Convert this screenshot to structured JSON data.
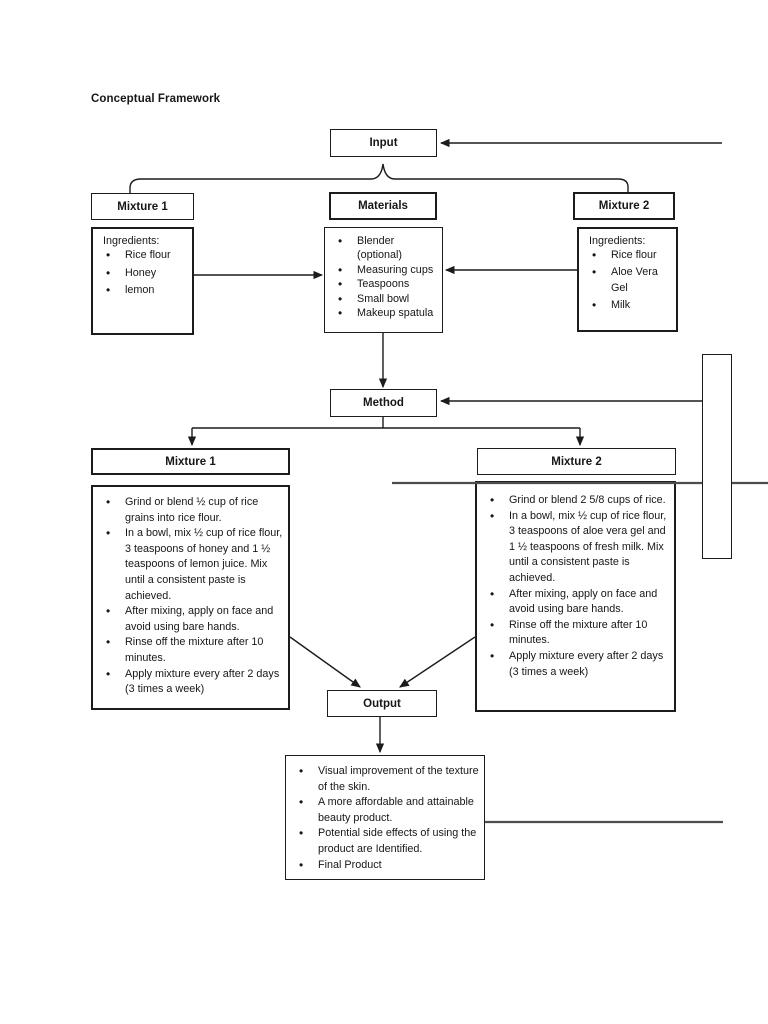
{
  "page": {
    "title": "Conceptual Framework"
  },
  "colors": {
    "line": "#1c1c1c",
    "divider": "#4d4d4d",
    "background": "#ffffff"
  },
  "nodes": {
    "input": {
      "label": "Input"
    },
    "mixture1_header": {
      "label": "Mixture 1"
    },
    "materials_header": {
      "label": "Materials"
    },
    "mixture2_header": {
      "label": "Mixture 2"
    },
    "mixture1_ingredients": {
      "title": "Ingredients:",
      "items": [
        "Rice flour",
        "Honey",
        "lemon"
      ]
    },
    "materials": {
      "items": [
        "Blender (optional)",
        "Measuring cups",
        "Teaspoons",
        "Small bowl",
        "Makeup spatula"
      ]
    },
    "mixture2_ingredients": {
      "title": "Ingredients:",
      "items": [
        "Rice flour",
        "Aloe Vera Gel",
        "Milk"
      ]
    },
    "method": {
      "label": "Method"
    },
    "mixture1_method_header": {
      "label": "Mixture 1"
    },
    "mixture2_method_header": {
      "label": "Mixture 2"
    },
    "mixture1_method": {
      "items": [
        "Grind or blend ½ cup of rice grains into rice flour.",
        "In a bowl, mix ½ cup of rice flour, 3 teaspoons of honey and 1 ½ teaspoons of lemon juice. Mix until a consistent paste is achieved.",
        "After mixing, apply on face and avoid using bare hands.",
        "Rinse off the mixture after 10 minutes.",
        "Apply mixture every after 2 days (3 times a week)"
      ]
    },
    "mixture2_method": {
      "items": [
        "Grind or blend 2 5/8 cups of rice.",
        "In a bowl, mix ½ cup of rice flour, 3 teaspoons of aloe vera gel and 1 ½ teaspoons of fresh milk. Mix until a consistent paste is achieved.",
        "After mixing, apply on face and avoid using bare hands.",
        "Rinse off the mixture after 10 minutes.",
        "Apply mixture every after 2 days (3 times a week)"
      ]
    },
    "output": {
      "label": "Output"
    },
    "output_details": {
      "items": [
        "Visual improvement of the texture of the skin.",
        "A more affordable and attainable beauty product.",
        "Potential side effects of using the product are Identified.",
        "Final Product"
      ]
    }
  }
}
